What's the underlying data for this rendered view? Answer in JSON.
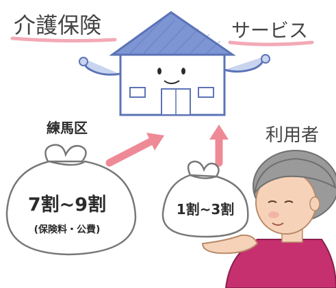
{
  "title": {
    "left": "介護保険",
    "right": "サービス"
  },
  "labels": {
    "municipality": "練馬区",
    "user": "利用者"
  },
  "large_bag": {
    "share_text": "7割~9割",
    "note": "(保険料・公費)"
  },
  "small_bag": {
    "share_text": "1割~3割"
  },
  "colors": {
    "house_line": "#5b73b6",
    "house_roof": "#7e95d4",
    "arrow_pink": "#ee8a96",
    "title_underline": "#f3a9b6",
    "bag_line": "#777777",
    "person_shirt": "#c6306f",
    "person_hair": "#9a9a9a",
    "person_skin": "#f6d3b8"
  },
  "icons": [
    "house-icon",
    "money-bag-icon",
    "elderly-person-icon",
    "arrow-up-icon"
  ]
}
